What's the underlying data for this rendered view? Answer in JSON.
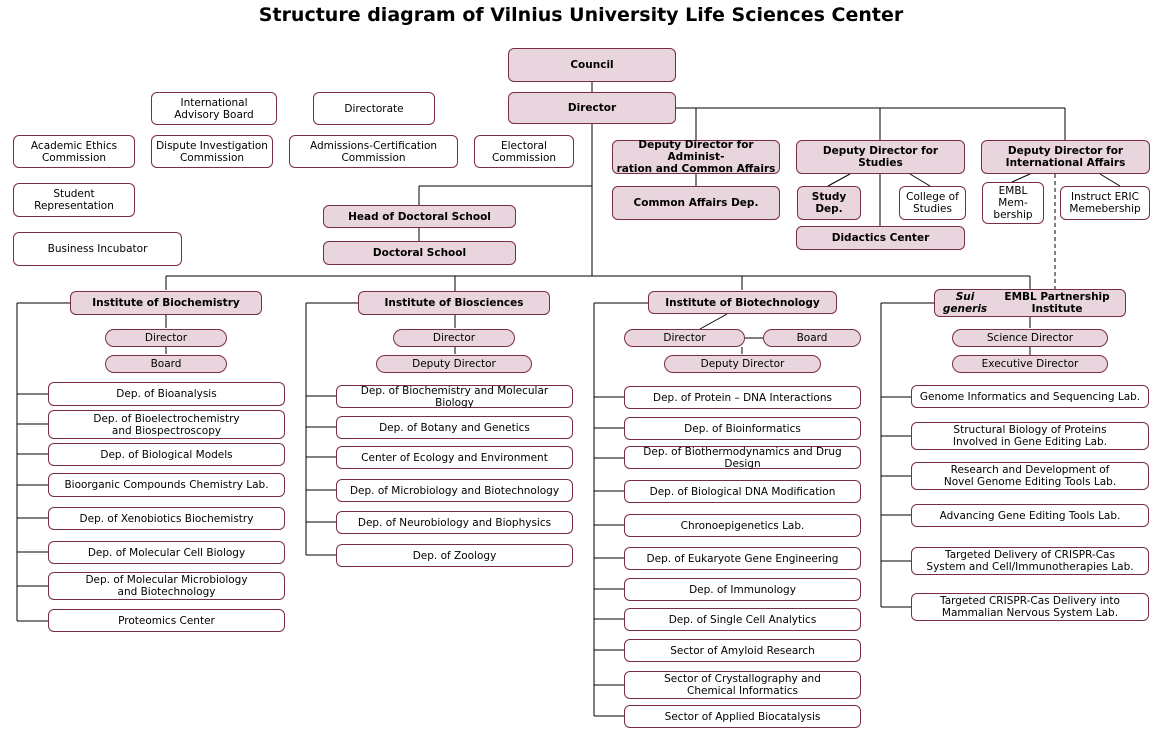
{
  "title": "Structure diagram of Vilnius University Life Sciences Center",
  "top": {
    "council": "Council",
    "director": "Director",
    "international_advisory_board": "International\nAdvisory Board",
    "directorate": "Directorate",
    "academic_ethics_commission": "Academic Ethics\nCommission",
    "dispute_investigation_commission": "Dispute Investigation\nCommission",
    "admissions_certification_commission": "Admissions-Certification\nCommission",
    "electoral_commission": "Electoral\nCommission",
    "student_representation": "Student Representation",
    "business_incubator": "Business Incubator"
  },
  "deputies": {
    "administration": "Deputy Director for Administ-\nration and Common Affairs",
    "common_affairs_dep": "Common Affairs Dep.",
    "studies": "Deputy Director for Studies",
    "study_dep": "Study Dep.",
    "college_of_studies": "College of\nStudies",
    "didactics_center": "Didactics Center",
    "international": "Deputy Director for\nInternational Affairs",
    "embl_membership": "EMBL\nMem-\nbership",
    "instruct_eric": "Instruct ERIC\nMemebership"
  },
  "doctoral": {
    "head": "Head of Doctoral School",
    "school": "Doctoral School"
  },
  "biochemistry": {
    "title": "Institute of Biochemistry",
    "director": "Director",
    "board": "Board",
    "units": [
      "Dep. of Bioanalysis",
      "Dep. of Bioelectrochemistry\nand Biospectroscopy",
      "Dep. of Biological Models",
      "Bioorganic Compounds Chemistry Lab.",
      "Dep. of Xenobiotics Biochemistry",
      "Dep. of Molecular Cell Biology",
      "Dep. of Molecular Microbiology\nand Biotechnology",
      "Proteomics Center"
    ]
  },
  "biosciences": {
    "title": "Institute of Biosciences",
    "director": "Director",
    "deputy_director": "Deputy Director",
    "units": [
      "Dep. of Biochemistry and Molecular Biology",
      "Dep. of Botany and Genetics",
      "Center of Ecology and Environment",
      "Dep. of Microbiology and Biotechnology",
      "Dep. of Neurobiology and Biophysics",
      "Dep. of Zoology"
    ]
  },
  "biotechnology": {
    "title": "Institute of Biotechnology",
    "director": "Director",
    "board": "Board",
    "deputy_director": "Deputy Director",
    "units": [
      "Dep. of Protein – DNA Interactions",
      "Dep. of Bioinformatics",
      "Dep. of Biothermodynamics and Drug Design",
      "Dep. of Biological DNA Modification",
      "Chronoepigenetics Lab.",
      "Dep. of Eukaryote Gene Engineering",
      "Dep. of Immunology",
      "Dep. of Single Cell Analytics",
      "Sector of Amyloid Research",
      "Sector of Crystallography and\nChemical Informatics",
      "Sector of Applied Biocatalysis"
    ]
  },
  "embl": {
    "title_italic": "Sui generis",
    "title": "EMBL Partnership Institute",
    "science_director": "Science Director",
    "executive_director": "Executive Director",
    "units": [
      "Genome Informatics and Sequencing Lab.",
      "Structural Biology of Proteins\nInvolved in Gene Editing Lab.",
      "Research and Development of\nNovel Genome Editing Tools Lab.",
      "Advancing Gene Editing Tools Lab.",
      "Targeted Delivery of CRISPR-Cas\nSystem and Cell/Immunotherapies Lab.",
      "Targeted CRISPR-Cas Delivery into\nMammalian Nervous System Lab."
    ]
  }
}
